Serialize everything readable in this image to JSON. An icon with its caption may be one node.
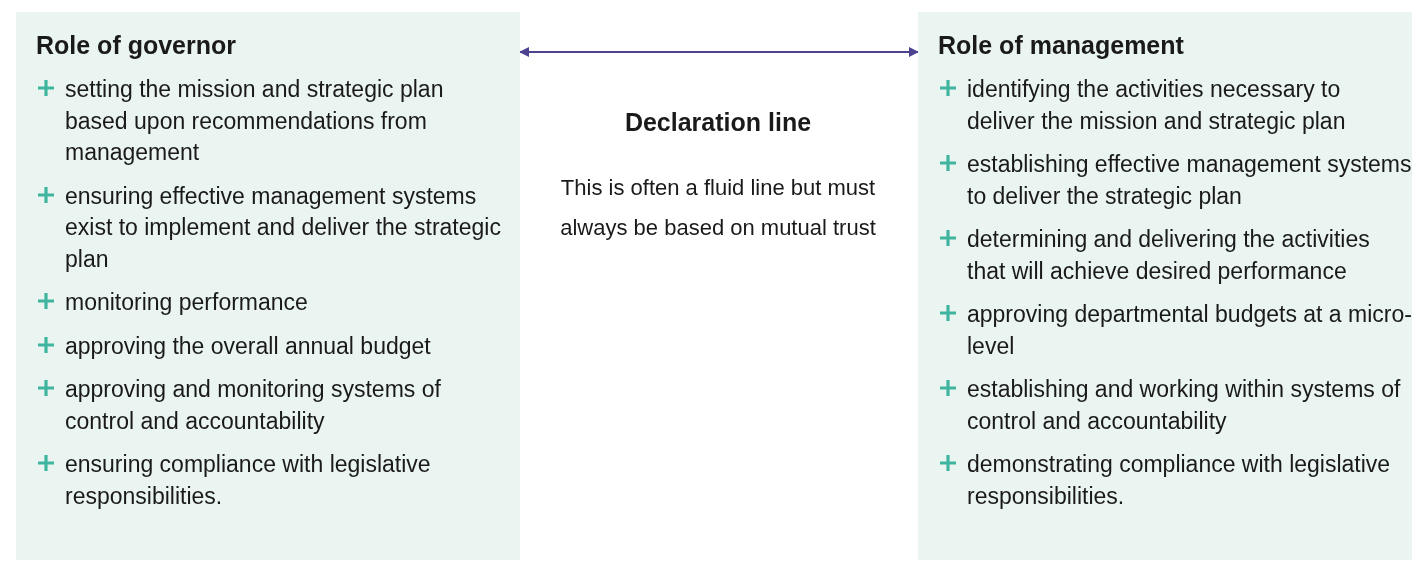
{
  "diagram": {
    "nodes": [
      {
        "text": [
          "Role of governor",
          "setting the mission and strategic plan based upon recommendations from management",
          "ensuring effective management systems exist to implement and deliver the strategic plan",
          "monitoring performance",
          "approving the overall annual budget",
          "approving and monitoring systems of control and accountability",
          "ensuring compliance with legislative responsibilities."
        ]
      },
      {
        "text": [
          "Role of management",
          "identifying the activities necessary to deliver the mission and strategic plan",
          "establishing effective management systems to deliver the strategic plan",
          "determining and delivering the activities that will achieve desired performance",
          "approving departmental budgets at a micro-level",
          "establishing and working within systems of control and accountability",
          "demonstrating compliance with legislative responsibilities."
        ]
      }
    ],
    "edges": [
      {
        "from": 0,
        "to": 1,
        "arrow": "both",
        "color": "#4b4290"
      }
    ],
    "labels": [
      "Declaration line",
      "This is often a fluid line but must always be based on mutual trust"
    ]
  }
}
